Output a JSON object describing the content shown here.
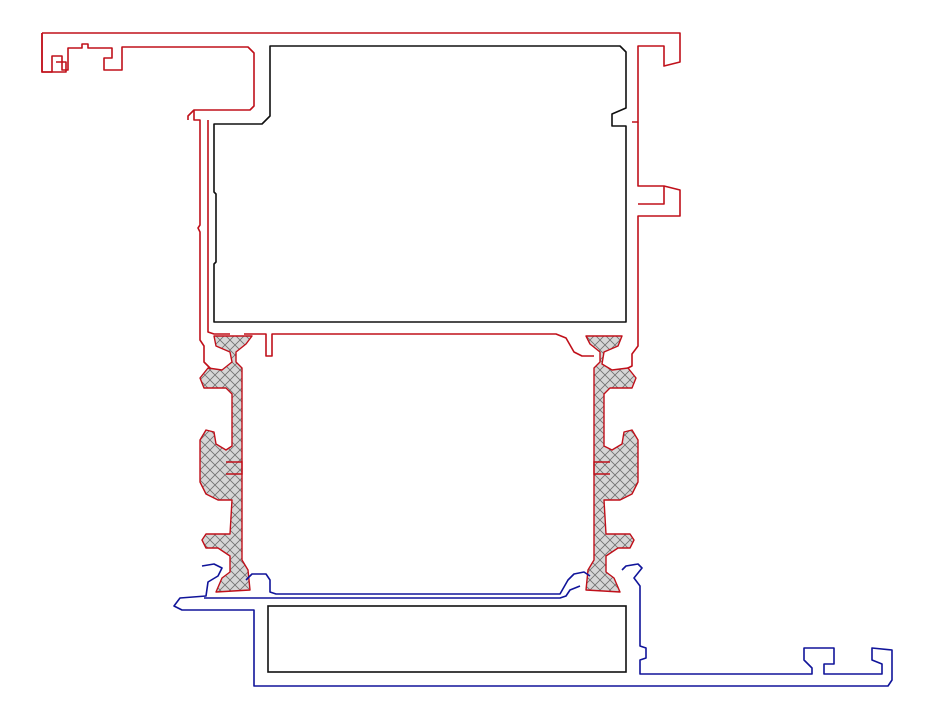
{
  "diagram": {
    "subject": "",
    "colors": {
      "outer_profile": "#c0101a",
      "inner_profile": "#101010",
      "bottom_profile": "#10149a",
      "thermal_break_fill": "#d6d6d6",
      "thermal_break_hatch": "#707070",
      "background": "#ffffff"
    },
    "parts": [
      {
        "id": "top-profile",
        "label": ""
      },
      {
        "id": "upper-chamber",
        "label": ""
      },
      {
        "id": "thermal-break-left",
        "label": ""
      },
      {
        "id": "thermal-break-right",
        "label": ""
      },
      {
        "id": "middle-chamber",
        "label": ""
      },
      {
        "id": "bottom-profile",
        "label": ""
      },
      {
        "id": "lower-chamber",
        "label": ""
      }
    ]
  }
}
